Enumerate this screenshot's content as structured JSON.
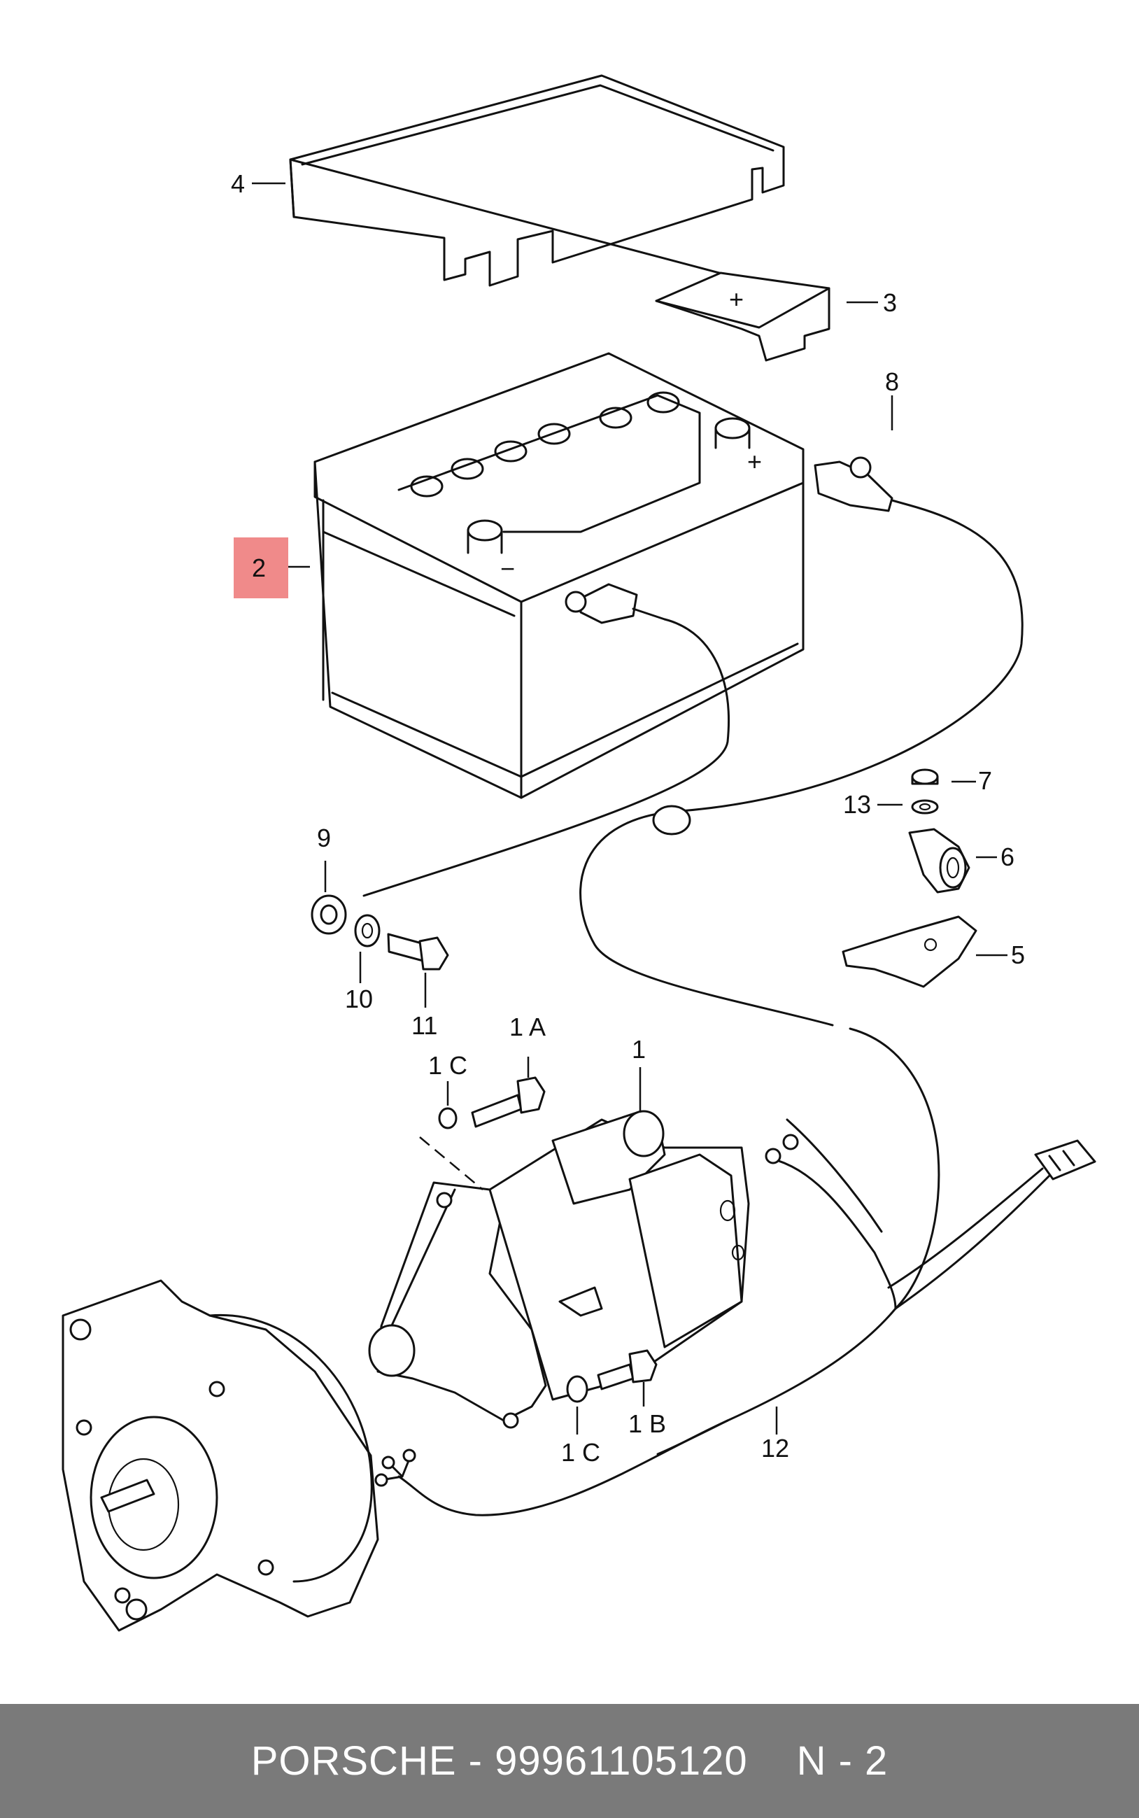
{
  "diagram": {
    "callouts": {
      "c1": "1",
      "c1A": "1 A",
      "c1B": "1 B",
      "c1C_top": "1 C",
      "c1C_bottom": "1 C",
      "c2": "2",
      "c3": "3",
      "c4": "4",
      "c5": "5",
      "c6": "6",
      "c7": "7",
      "c8": "8",
      "c9": "9",
      "c10": "10",
      "c11": "11",
      "c12": "12",
      "c13": "13"
    },
    "battery_plus_symbol": "+",
    "battery_minus_symbol": "−",
    "highlight_color": "#f08a8a"
  },
  "footer": {
    "brand": "PORSCHE",
    "separator": "-",
    "part_number": "99961105120",
    "ref": "N - 2",
    "background_color": "#7a7a7a"
  }
}
